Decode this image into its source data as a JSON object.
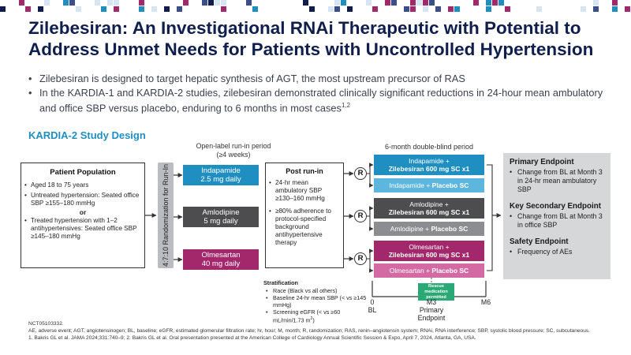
{
  "header": {
    "title_line1": "Zilebesiran: An Investigational RNAi Therapeutic with Potential to",
    "title_line2": "Address Unmet Needs for Patients with Uncontrolled Hypertension"
  },
  "bullets": [
    "Zilebesiran is designed to target hepatic synthesis of AGT, the most upstream precursor of RAS",
    "In the KARDIA-1 and KARDIA-2 studies, zilebesiran demonstrated clinically significant reductions in 24-hour mean ambulatory and office SBP versus placebo, enduring to 6 months in most cases"
  ],
  "bullet2_sup": "1,2",
  "study_title": "KARDIA-2 Study Design",
  "population": {
    "heading": "Patient Population",
    "items": [
      "Aged 18 to 75 years",
      "Untreated hypertension: Seated office SBP ≥155–180 mmHg",
      "Treated hypertension with 1–2 antihypertensives: Seated office SBP ≥145–180 mmHg"
    ],
    "or": "or"
  },
  "randomization_label": "4:7:10 Randomization for Run-In",
  "runin": {
    "header": "Open-label run-in period (≥4 weeks)",
    "drugs": [
      {
        "name": "Indapamide",
        "dose": "2.5 mg daily"
      },
      {
        "name": "Amlodipine",
        "dose": "5 mg daily"
      },
      {
        "name": "Olmesartan",
        "dose": "40 mg daily"
      }
    ]
  },
  "post_runin": {
    "heading": "Post run-in",
    "items": [
      "24-hr mean ambulatory SBP ≥130–160 mmHg",
      "≥80% adherence to protocol-specified background antihypertensive therapy"
    ]
  },
  "r_label": "R",
  "double_blind": {
    "header": "6-month double-blind period",
    "arms": [
      {
        "line1": "Indapamide +",
        "line2": "Zilebesiran 600 mg SC x1"
      },
      {
        "prefix": "Indapamide + ",
        "bold": "Placebo SC"
      },
      {
        "line1": "Amlodipine +",
        "line2": "Zilebesiran 600 mg SC x1"
      },
      {
        "prefix": "Amlodipine + ",
        "bold": "Placebo SC"
      },
      {
        "line1": "Olmesartan +",
        "line2": "Zilebesiran 600 mg SC x1"
      },
      {
        "prefix": "Olmesartan + ",
        "bold": "Placebo SC"
      }
    ]
  },
  "rescue": "Rescue medication permitted",
  "timeline": {
    "t0": "0",
    "t0_sub": "BL",
    "m3": "M3",
    "m3_sub1": "Primary",
    "m3_sub2": "Endpoint",
    "m6": "M6"
  },
  "stratification": {
    "heading": "Stratification",
    "items": [
      "Race (Black vs all others)",
      "Baseline 24-hr mean SBP (< vs ≥145 mmHg)",
      "Screening eGFR (< vs ≥60 mL/min/1.73 m"
    ],
    "egfr_sup": "2",
    "egfr_close": ")"
  },
  "endpoints": [
    {
      "heading": "Primary Endpoint",
      "item": "Change from BL at Month 3 in 24-hr mean ambulatory SBP"
    },
    {
      "heading": "Key Secondary Endpoint",
      "item": "Change from BL at Month 3 in office SBP"
    },
    {
      "heading": "Safety Endpoint",
      "item": "Frequency of AEs"
    }
  ],
  "footer": {
    "nct": "NCT05103332.",
    "abbrev": "AE, adverse event; AGT, angiotensinogen; BL, baseline; eGFR, estimated glomerular filtration rate; hr, hour; M, month; R, randomization; RAS, renin–angiotensin system; RNAi, RNA interference; SBP, systolic blood pressure; SC, subcutaneous.",
    "refs": "1. Bakris GL et al. JAMA 2024;331:740–9; 2. Bakris GL et al. Oral presentation presented at the American College of Cardiology Annual Scientific Session & Expo, April 7, 2024, Atlanta, GA, USA."
  },
  "colors": {
    "navy": "#0f1e4d",
    "accent_blue": "#1f8fc2",
    "light_blue": "#5db6de",
    "dark_gray": "#4d4d4f",
    "mid_gray": "#8c8d90",
    "magenta": "#a3286b",
    "light_magenta": "#d46aa3",
    "green": "#2aa876",
    "endpoint_bg": "#d6d7d9"
  }
}
